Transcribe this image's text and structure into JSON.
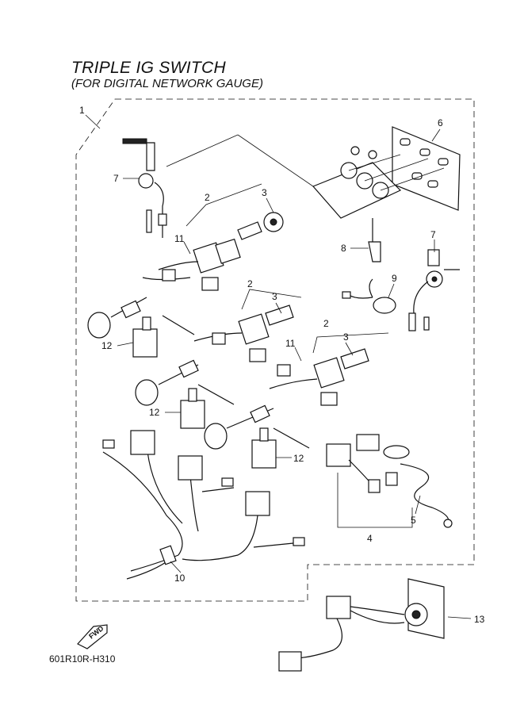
{
  "title": "TRIPLE IG SWITCH",
  "subtitle": "(FOR DIGITAL NETWORK GAUGE)",
  "drawing_number": "601R10R-H310",
  "fwd_label": "FWD",
  "callouts": {
    "c1": "1",
    "c2a": "2",
    "c2b": "2",
    "c2c": "2",
    "c3a": "3",
    "c3b": "3",
    "c3c": "3",
    "c4": "4",
    "c5": "5",
    "c6": "6",
    "c7a": "7",
    "c7b": "7",
    "c8": "8",
    "c9": "9",
    "c10": "10",
    "c11a": "11",
    "c11b": "11",
    "c12a": "12",
    "c12b": "12",
    "c12c": "12",
    "c13": "13"
  }
}
